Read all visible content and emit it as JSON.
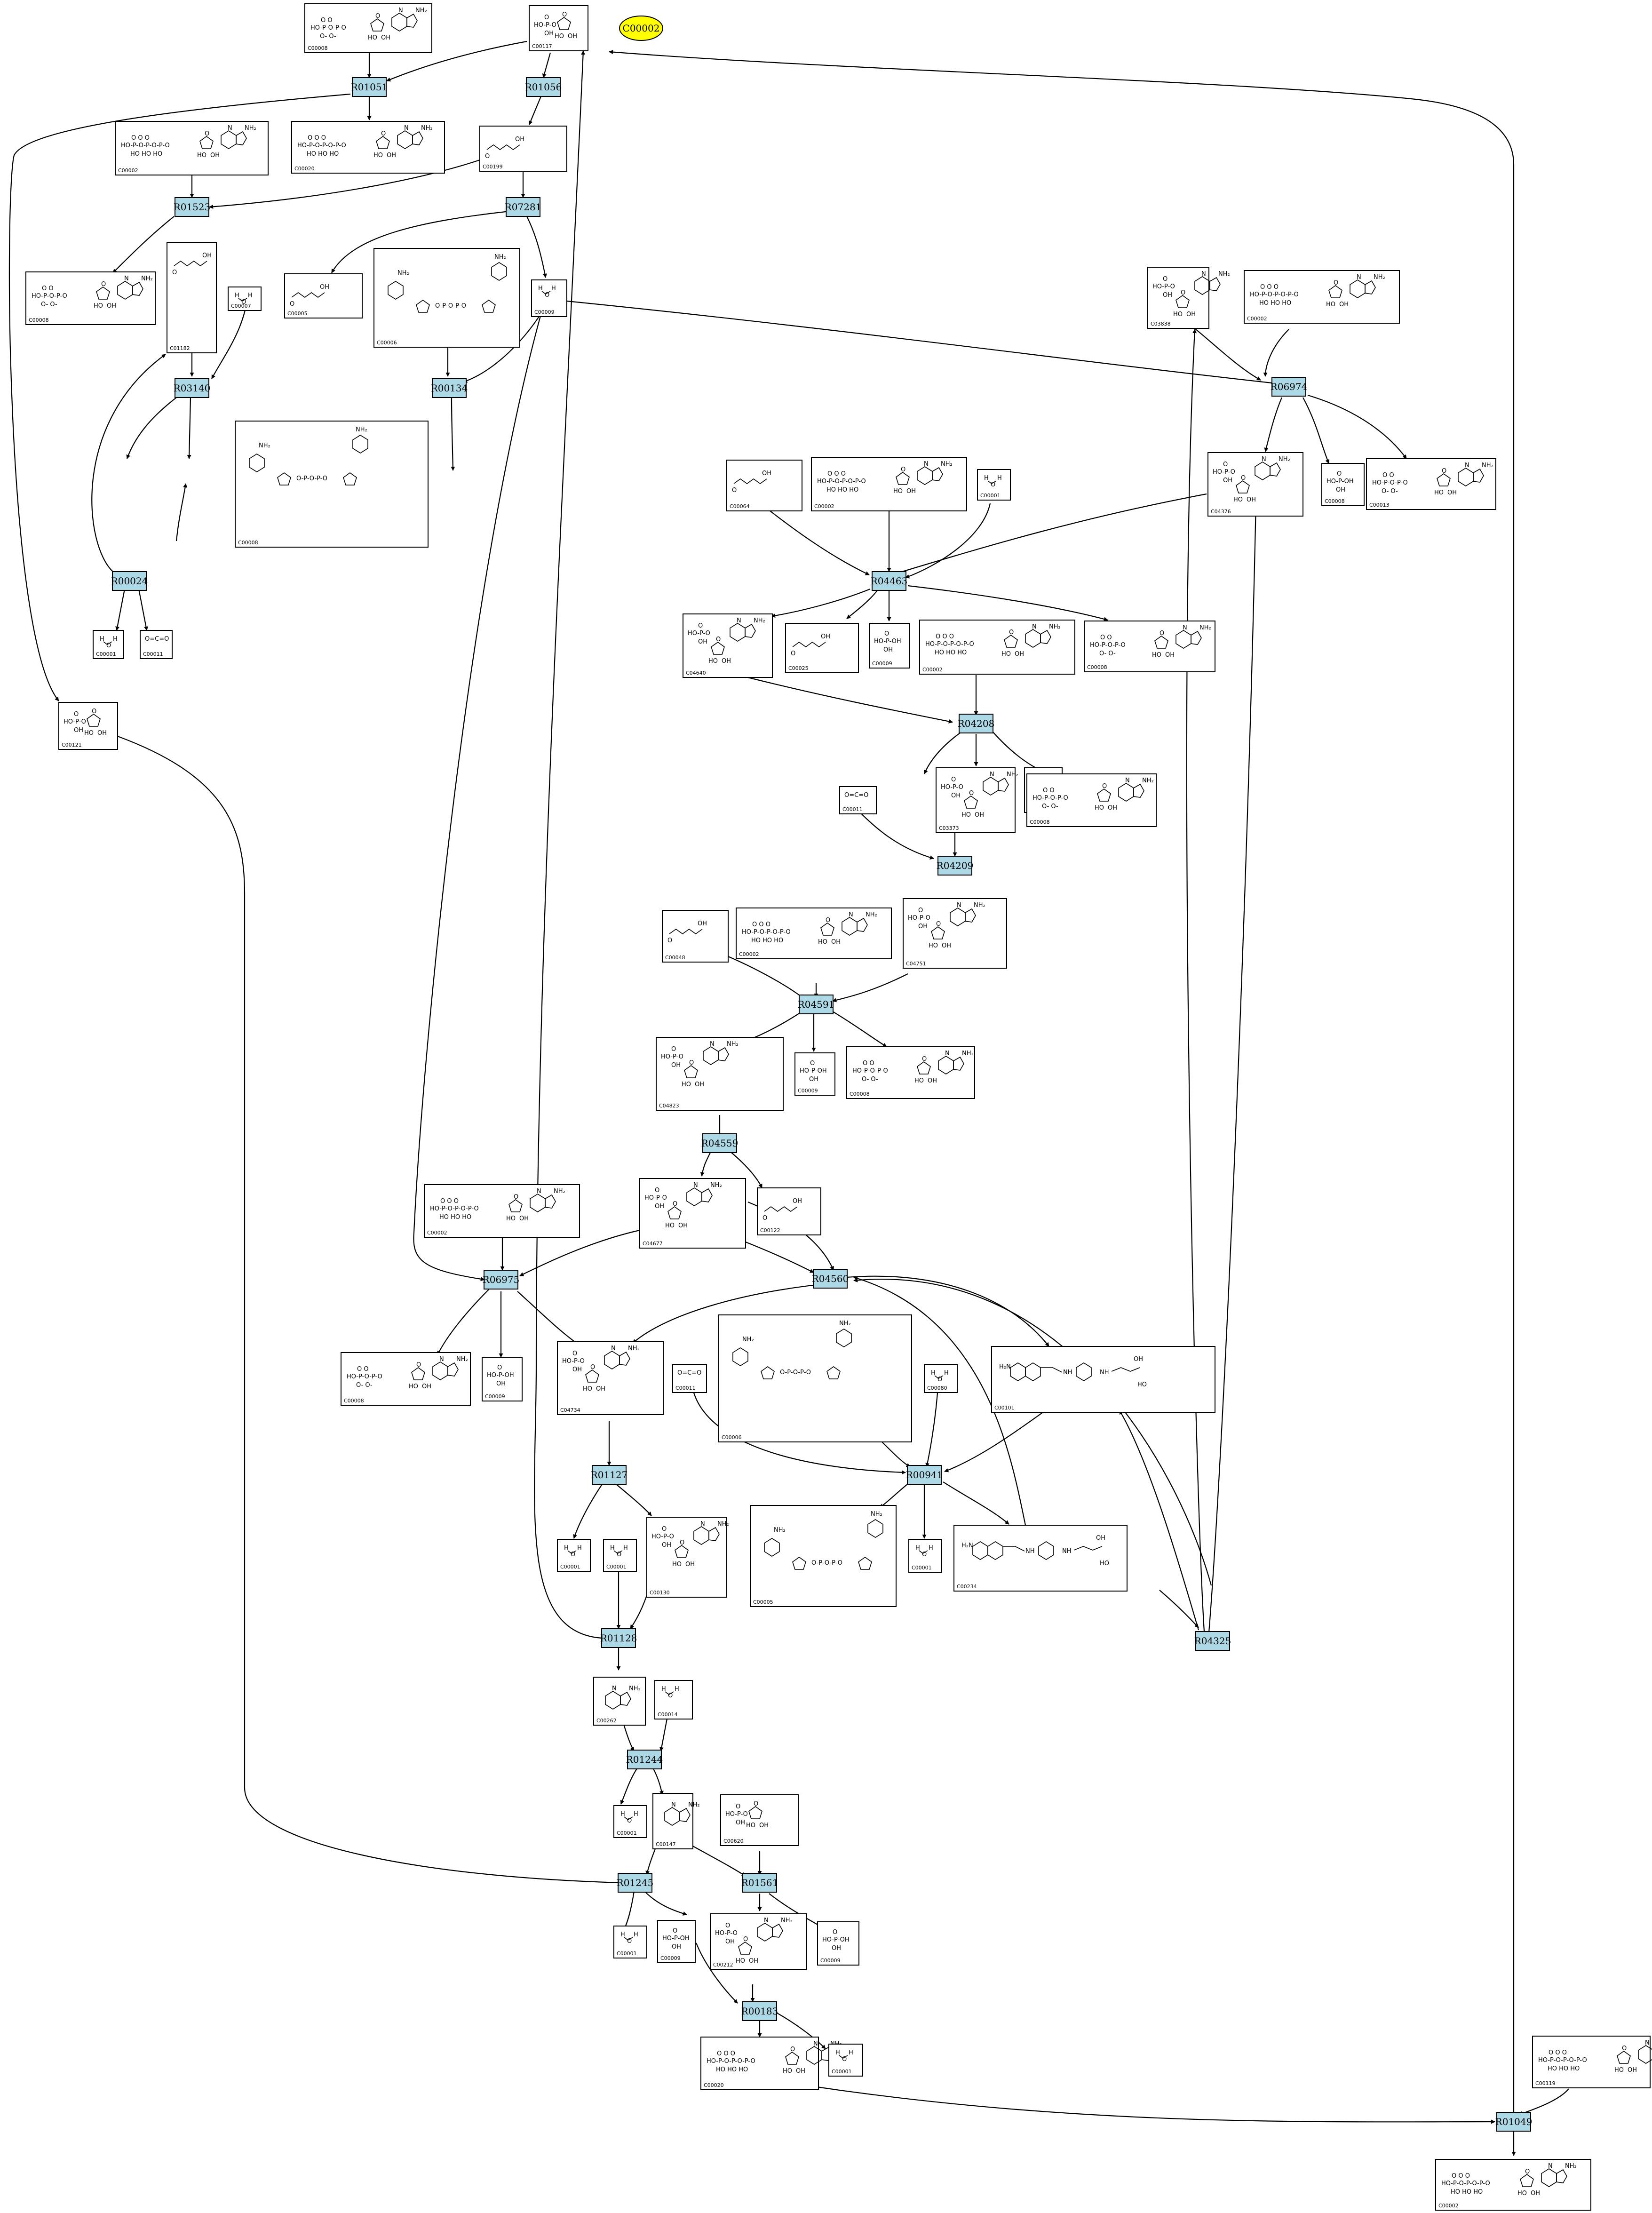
{
  "highlight": {
    "label": "C00002",
    "color": "#ffff00"
  },
  "colors": {
    "reaction_fill": "#add8e6",
    "stroke": "#000000"
  },
  "reactions": [
    "R01051",
    "R01056",
    "R01523",
    "R07281",
    "R03140",
    "R00134",
    "R06974",
    "R00024",
    "R04463",
    "R04208",
    "R04209",
    "R04591",
    "R04559",
    "R06975",
    "R04560",
    "R01127",
    "R00941",
    "R01128",
    "R04325",
    "R01244",
    "R01245",
    "R01561",
    "R00183",
    "R01049"
  ],
  "compounds": [
    "C00008",
    "C00117",
    "C00002",
    "C00020",
    "C00199",
    "C00008",
    "C01182",
    "C00007",
    "C00006",
    "C00005",
    "C00009",
    "C00008",
    "C03838",
    "C00002",
    "C00008",
    "C00013",
    "C04376",
    "C00064",
    "C00002",
    "C00001",
    "C00001",
    "C00011",
    "C00121",
    "C00002",
    "C04640",
    "C00025",
    "C00009",
    "C00008",
    "C00009",
    "C00011",
    "C03373",
    "C00008",
    "C00048",
    "C00002",
    "C04751",
    "C04823",
    "C00009",
    "C00008",
    "C00002",
    "C04677",
    "C00122",
    "C00008",
    "C00009",
    "C04734",
    "C00011",
    "C00006",
    "C00080",
    "C00101",
    "C00001",
    "C00001",
    "C00130",
    "C00005",
    "C00001",
    "C00234",
    "C00262",
    "C00014",
    "C00001",
    "C00147",
    "C00620",
    "C00001",
    "C00009",
    "C00212",
    "C00009",
    "C00020",
    "C00001",
    "C00119",
    "C00002"
  ]
}
